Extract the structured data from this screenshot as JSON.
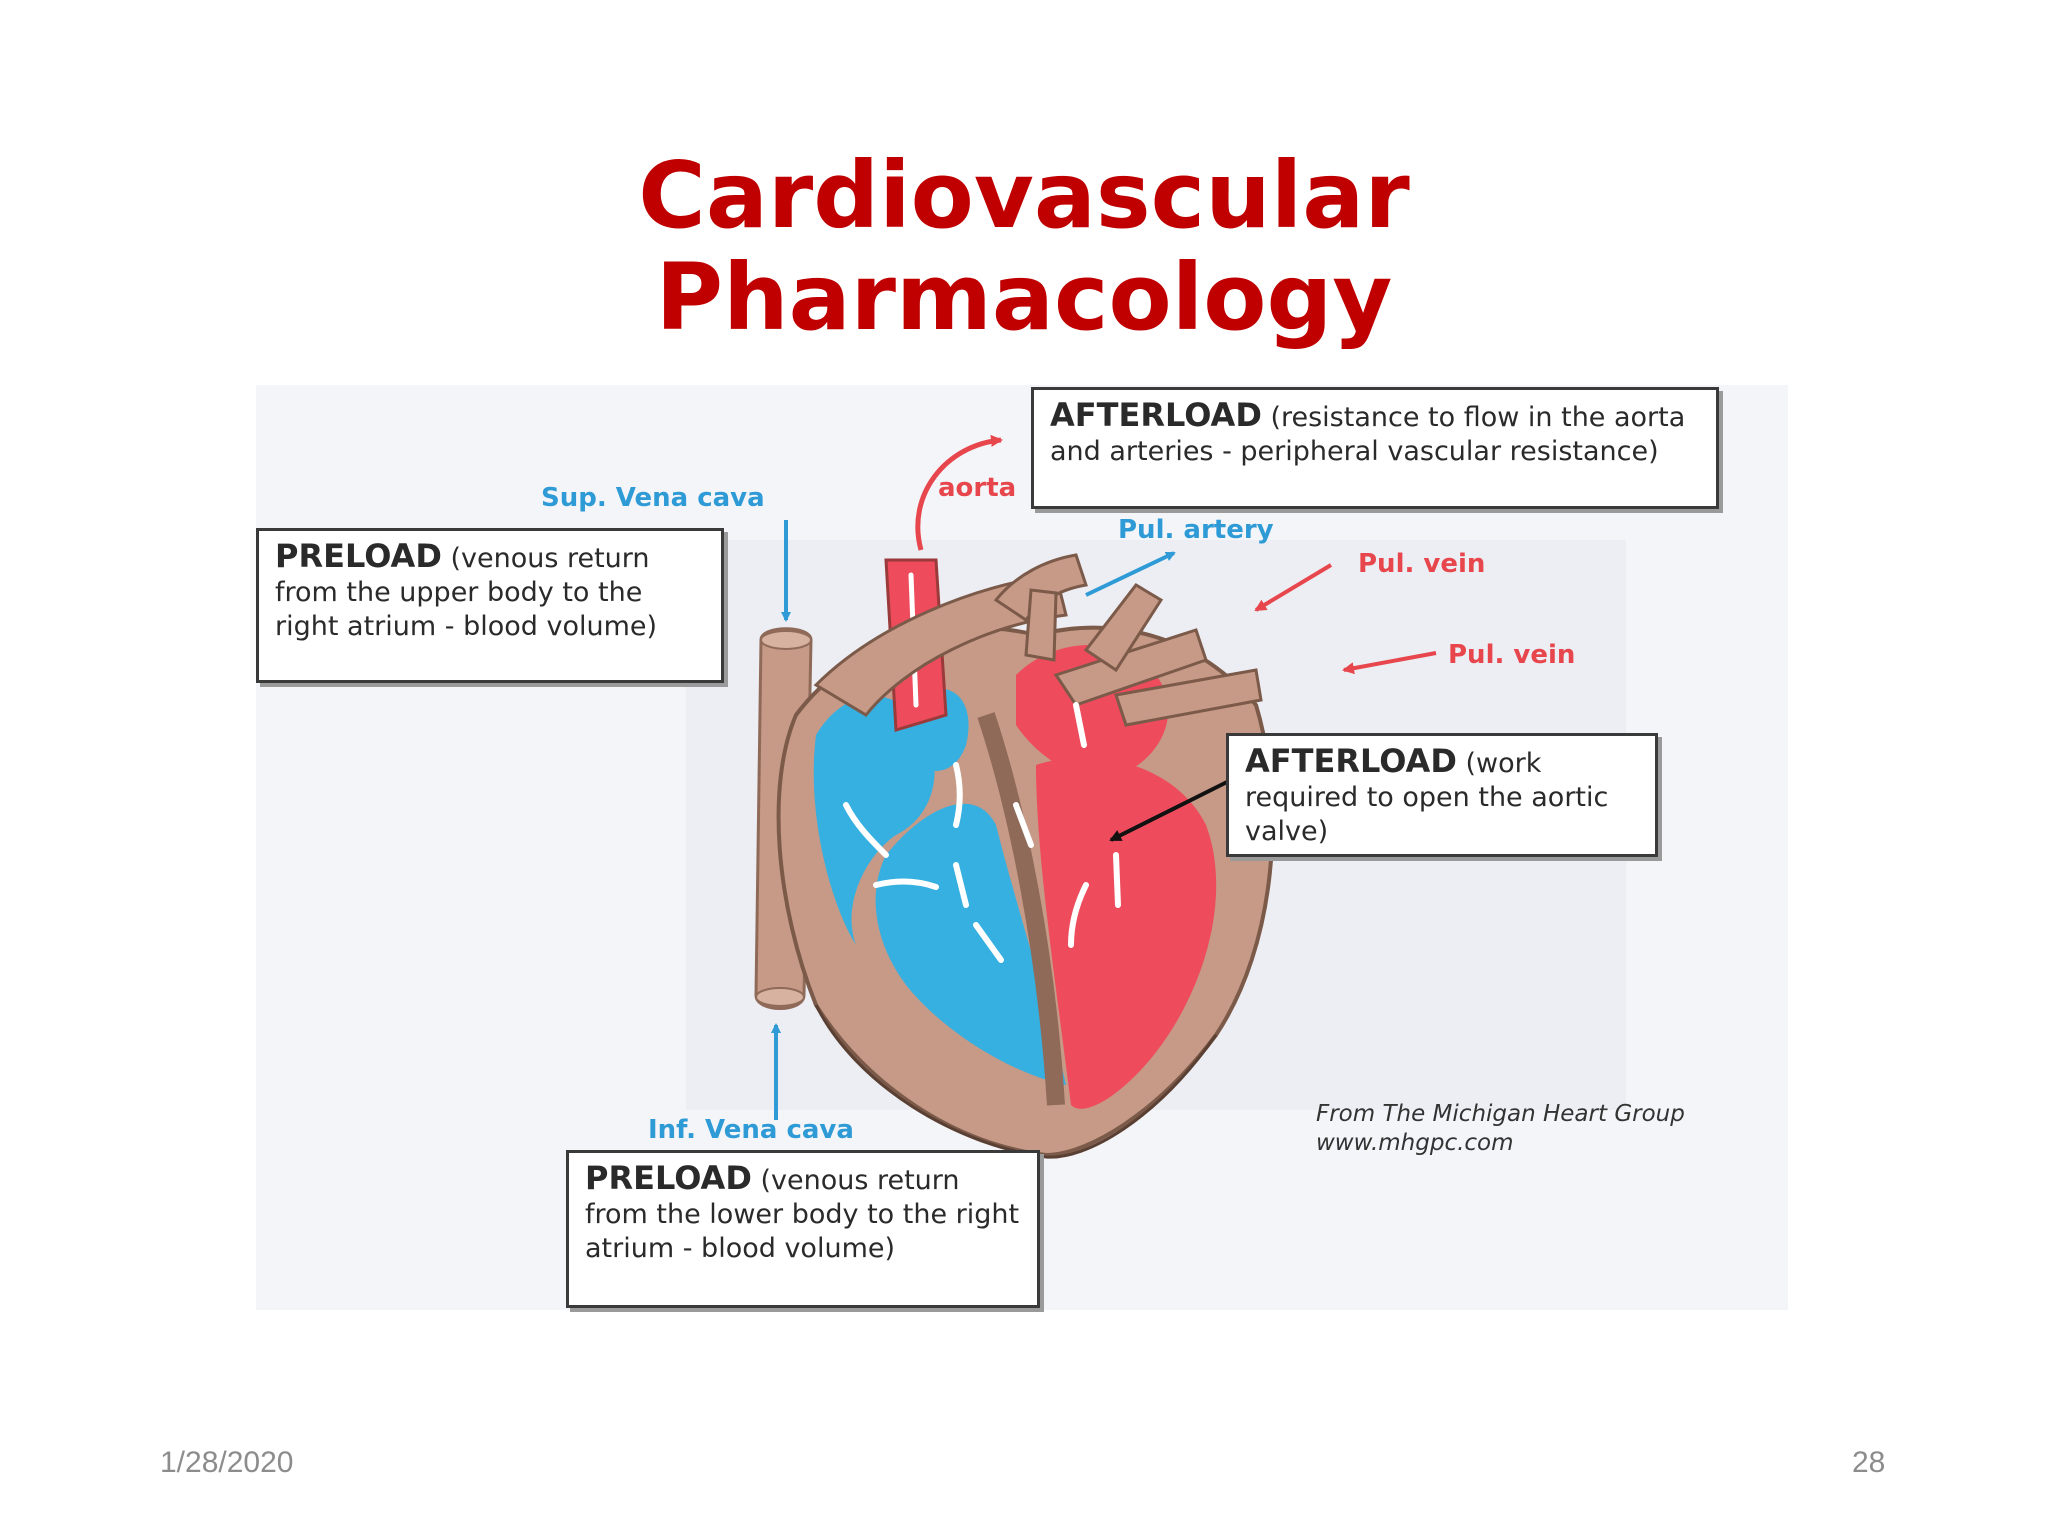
{
  "title": {
    "line1": "Cardiovascular",
    "line2": "Pharmacology"
  },
  "diagram": {
    "callouts": {
      "afterload_top_heading": "AFTERLOAD",
      "afterload_top_text": " (resistance to flow in the aorta and arteries - peripheral vascular resistance)",
      "preload_upper_heading": "PRELOAD",
      "preload_upper_text": " (venous return from the upper body to the right atrium - blood volume)",
      "afterload_valve_heading": "AFTERLOAD",
      "afterload_valve_text": " (work required to open the aortic valve)",
      "preload_lower_heading": "PRELOAD",
      "preload_lower_text": " (venous return from the lower body to the right atrium - blood volume)"
    },
    "labels": {
      "sup_vena_cava": "Sup. Vena cava",
      "aorta": "aorta",
      "pul_artery": "Pul. artery",
      "pul_vein_1": "Pul. vein",
      "pul_vein_2": "Pul. vein",
      "inf_vena_cava": "Inf. Vena cava"
    },
    "credit": {
      "line1": "From The Michigan Heart Group",
      "line2": "www.mhgpc.com"
    },
    "colors": {
      "deoxygenated": "#36b0e0",
      "oxygenated": "#ee4b5c",
      "tissue": "#c69a86",
      "title": "#c00000"
    }
  },
  "footer": {
    "date": "1/28/2020",
    "page": "28"
  }
}
